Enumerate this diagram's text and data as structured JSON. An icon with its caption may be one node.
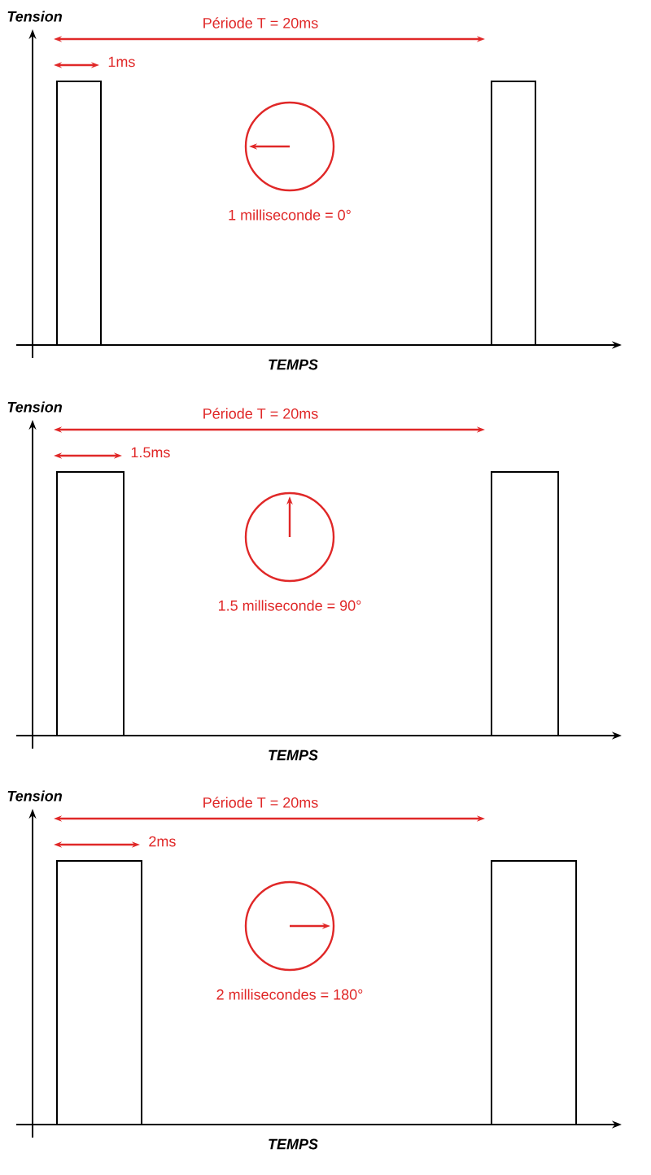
{
  "diagram": {
    "labels": [
      "Tension",
      "Période T = 20ms",
      "1ms",
      "1 milliseconde = 0°",
      "TEMPS",
      "Tension",
      "Période T = 20ms",
      "1.5ms",
      "1.5 milliseconde = 90°",
      "TEMPS",
      "Tension",
      "Période T = 20ms",
      "2ms",
      "2 millisecondes = 180°",
      "TEMPS"
    ]
  }
}
